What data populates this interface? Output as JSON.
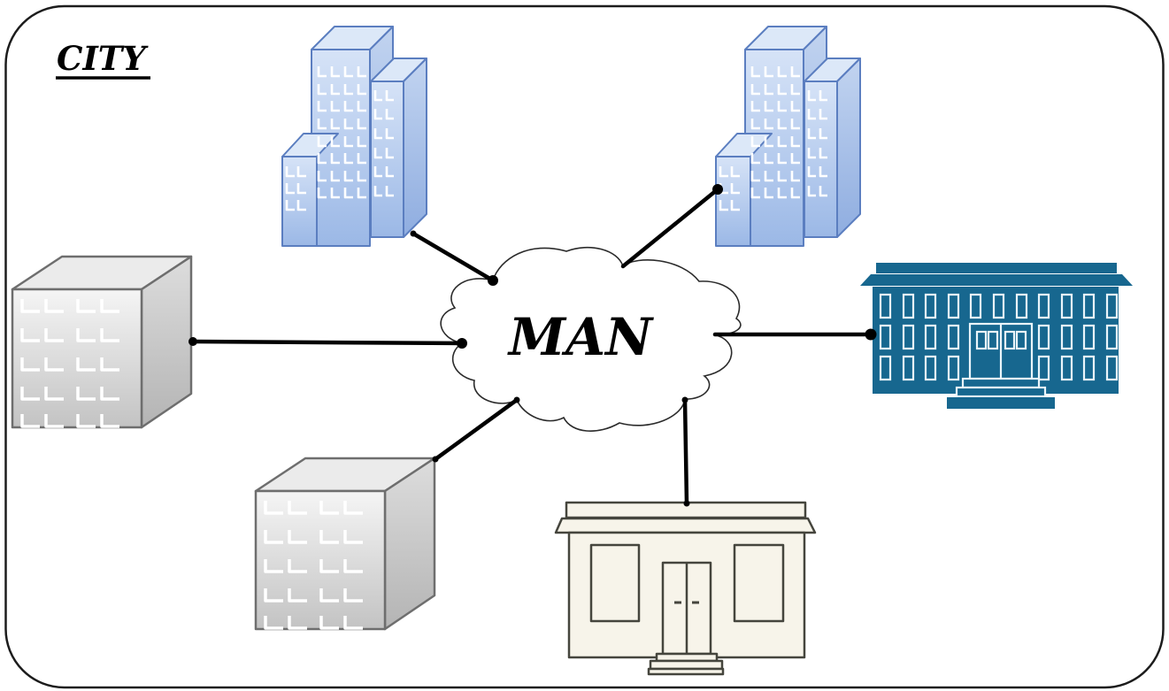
{
  "diagram": {
    "region_label": "CITY",
    "cloud_label": "MAN",
    "colors": {
      "connection_line": "#000000",
      "border": "#1c1c1c",
      "cloud_fill": "#ffffff",
      "cloud_stroke": "#2b2b2b",
      "skyscraper_fill_light": "#d6e3f7",
      "skyscraper_fill_dark": "#9bb8e6",
      "skyscraper_stroke": "#5b7ec0",
      "cube_fill_light": "#f5f5f5",
      "cube_fill_dark": "#c3c3c3",
      "cube_stroke": "#6e6e6e",
      "institution_fill": "#17678f",
      "institution_window_stroke": "#eaf5fb",
      "house_fill": "#f7f4ea",
      "house_stroke": "#45453d",
      "window_glyph": "#ffffff"
    },
    "nodes": [
      {
        "icon": "skyscrapers-icon",
        "position": "top-left",
        "type": "office-towers"
      },
      {
        "icon": "skyscrapers-icon",
        "position": "top-right",
        "type": "office-towers"
      },
      {
        "icon": "cube-building-icon",
        "position": "left",
        "type": "office-block"
      },
      {
        "icon": "cube-building-icon",
        "position": "bottom-left",
        "type": "office-block"
      },
      {
        "icon": "civic-building-icon",
        "position": "right",
        "type": "civic-building"
      },
      {
        "icon": "house-icon",
        "position": "bottom-center",
        "type": "house"
      }
    ],
    "connections": [
      {
        "from": "man-cloud",
        "to": "skyscrapers-top-left"
      },
      {
        "from": "man-cloud",
        "to": "skyscrapers-top-right"
      },
      {
        "from": "man-cloud",
        "to": "cube-building-left"
      },
      {
        "from": "man-cloud",
        "to": "cube-building-bottom-left"
      },
      {
        "from": "man-cloud",
        "to": "civic-building-right"
      },
      {
        "from": "man-cloud",
        "to": "house-bottom-center"
      }
    ]
  }
}
